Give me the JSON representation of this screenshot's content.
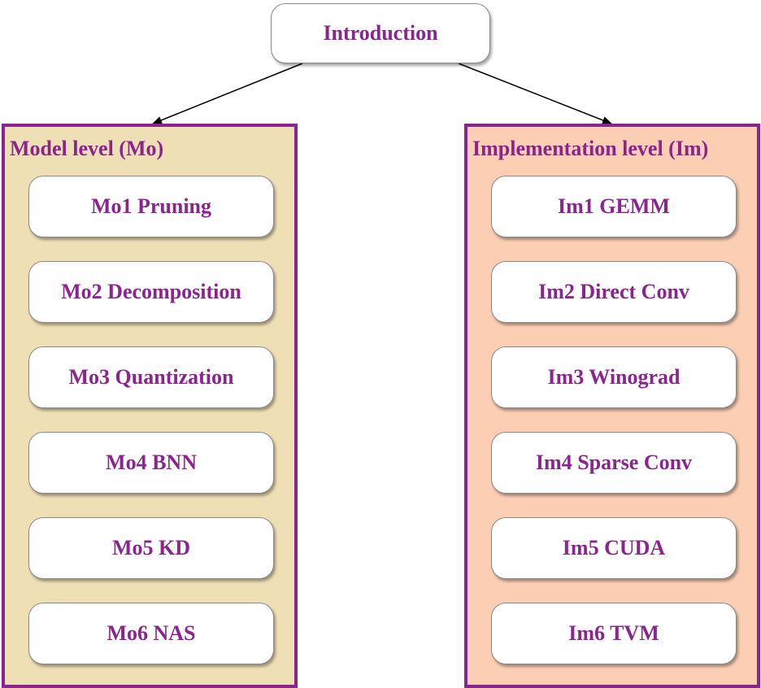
{
  "colors": {
    "text": "#8b248f",
    "panel_border": "#8b248f",
    "left_panel_fill": "#efdfb5",
    "right_panel_fill": "#fccfb4",
    "arrow": "#000000"
  },
  "root": {
    "label": "Introduction"
  },
  "left": {
    "title": "Model level (Mo)",
    "items": [
      "Mo1 Pruning",
      "Mo2 Decomposition",
      "Mo3 Quantization",
      "Mo4 BNN",
      "Mo5 KD",
      "Mo6 NAS"
    ]
  },
  "right": {
    "title": "Implementation level (Im)",
    "items": [
      "Im1 GEMM",
      "Im2 Direct Conv",
      "Im3 Winograd",
      "Im4 Sparse Conv",
      "Im5 CUDA",
      "Im6 TVM"
    ]
  }
}
